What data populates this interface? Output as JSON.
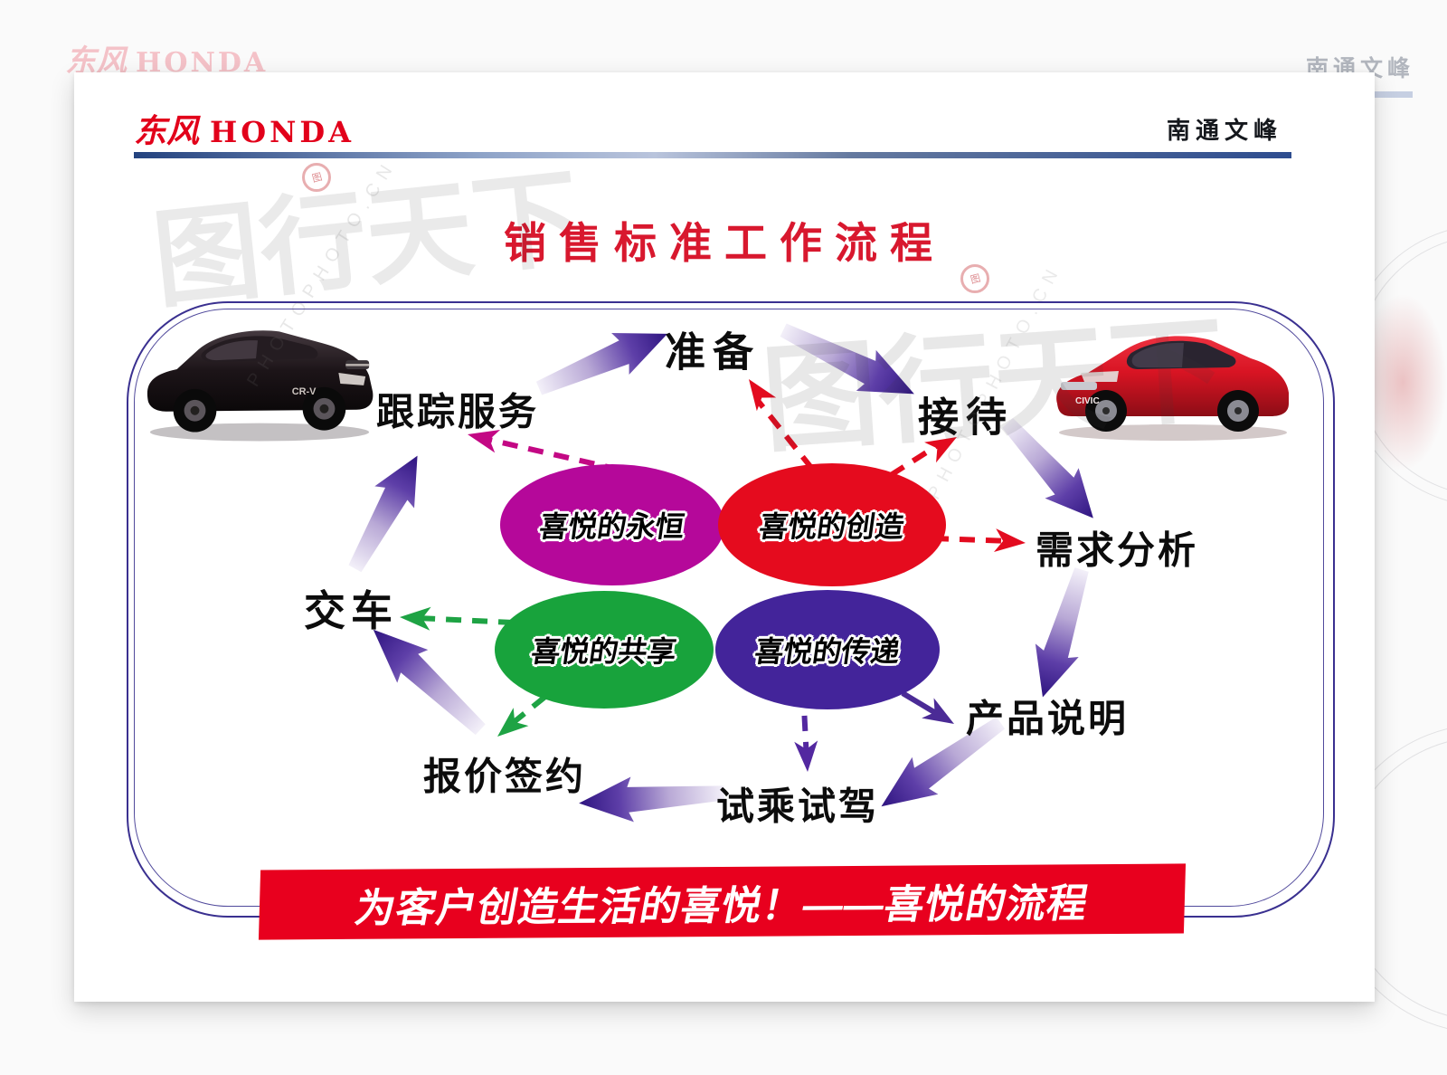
{
  "brand": {
    "cn": "东风",
    "en": "HONDA"
  },
  "dealer": "南通文峰",
  "title": "销售标准工作流程",
  "steps": [
    {
      "id": "prepare",
      "label": "准备"
    },
    {
      "id": "reception",
      "label": "接待"
    },
    {
      "id": "needs-analysis",
      "label": "需求分析"
    },
    {
      "id": "product-intro",
      "label": "产品说明"
    },
    {
      "id": "test-drive",
      "label": "试乘试驾"
    },
    {
      "id": "quote-sign",
      "label": "报价签约"
    },
    {
      "id": "delivery",
      "label": "交车"
    },
    {
      "id": "follow-up",
      "label": "跟踪服务"
    }
  ],
  "joy_ellipses": [
    {
      "id": "eternal",
      "label": "喜悦的永恒",
      "color": "#b5089a"
    },
    {
      "id": "create",
      "label": "喜悦的创造",
      "color": "#e50b1e"
    },
    {
      "id": "share",
      "label": "喜悦的共享",
      "color": "#18a33c"
    },
    {
      "id": "deliver",
      "label": "喜悦的传递",
      "color": "#43249a"
    }
  ],
  "banner": {
    "text": "为客户创造生活的喜悦！——喜悦的流程",
    "color": "#e8001e"
  },
  "cars": [
    {
      "name": "black-crv-suv",
      "badge": "CR-V"
    },
    {
      "name": "red-civic-sedan",
      "badge": "CIVIC"
    }
  ],
  "watermark": {
    "site_name": "图行天下",
    "site_url": "PHOTOPHOTO.CN",
    "seal_char": "图"
  },
  "colors": {
    "accent_red": "#d8182e",
    "banner_red": "#e8001e",
    "frame_navy": "#3a3090",
    "arrow_purple_dark": "#2e1480",
    "dashed_magenta": "#c30884",
    "dashed_red": "#e30b1f",
    "dashed_green": "#1ea344",
    "dashed_purple": "#5328a0"
  }
}
